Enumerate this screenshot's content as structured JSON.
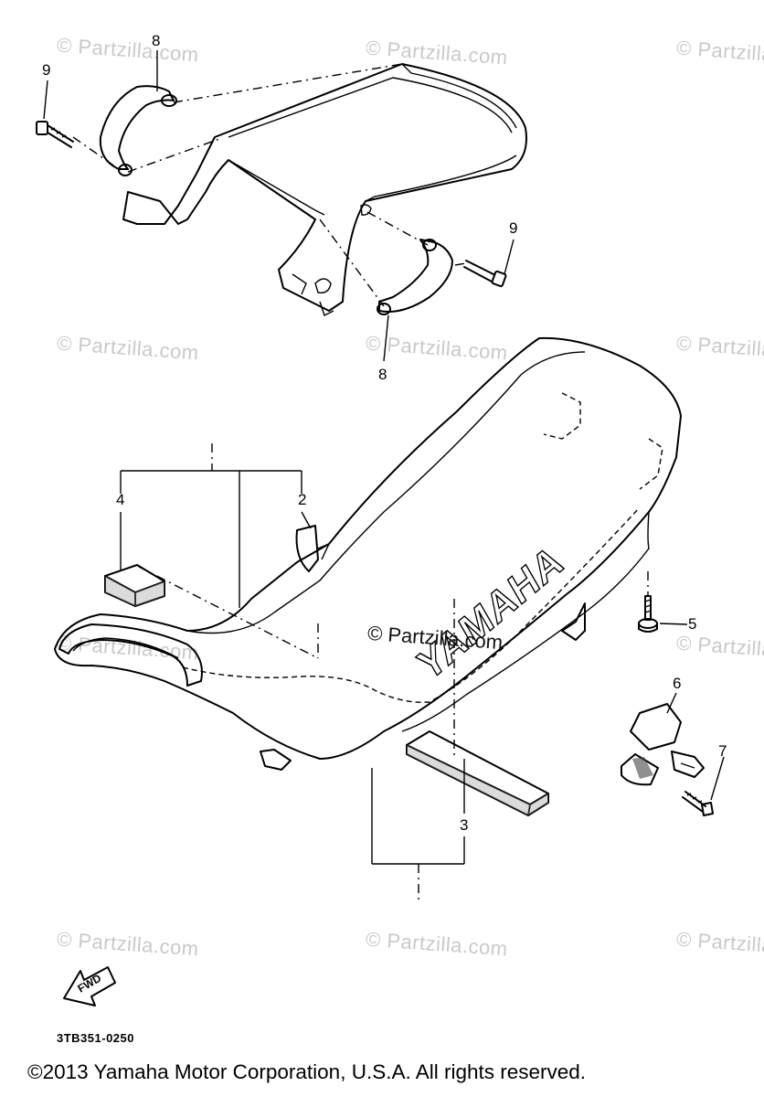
{
  "watermarks": {
    "text": "© Partzilla.com",
    "center_text": "© Partzilla.com"
  },
  "callouts": {
    "c1": "8",
    "c2": "9",
    "c3": "9",
    "c4": "8",
    "c5": "4",
    "c6": "2",
    "c7": "5",
    "c8": "6",
    "c9": "7",
    "c10": "3"
  },
  "seat_brand": "YAMAHA",
  "fwd_label": "FWD",
  "part_code": "3TB351-0250",
  "copyright": "©2013 Yamaha Motor Corporation, U.S.A. All rights reserved."
}
